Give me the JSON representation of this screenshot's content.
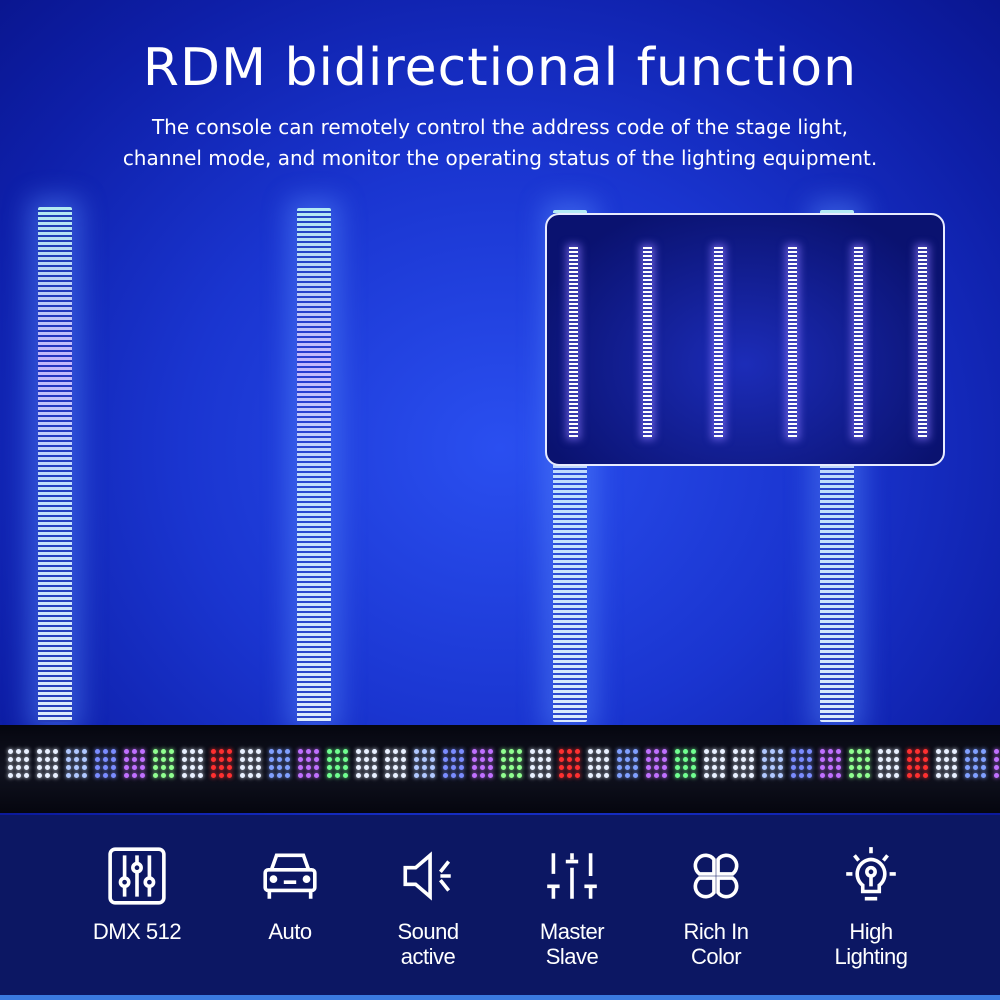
{
  "header": {
    "title": "RDM bidirectional function",
    "subtitle_line1": "The console can remotely control the address code of the stage light,",
    "subtitle_line2": "channel mode, and monitor the operating status of the lighting equipment."
  },
  "colors": {
    "background": "#1a35d0",
    "panel": "#0c1763",
    "accent_line": "#3a7ae0"
  },
  "features": [
    {
      "icon": "dmx-sliders-icon",
      "line1": "DMX 512",
      "line2": ""
    },
    {
      "icon": "car-icon",
      "line1": "Auto",
      "line2": ""
    },
    {
      "icon": "speaker-icon",
      "line1": "Sound",
      "line2": "active"
    },
    {
      "icon": "master-slave-sliders-icon",
      "line1": "Master",
      "line2": "Slave"
    },
    {
      "icon": "petals-icon",
      "line1": "Rich In",
      "line2": "Color"
    },
    {
      "icon": "light-bulb-icon",
      "line1": "High",
      "line2": "Lighting"
    }
  ]
}
